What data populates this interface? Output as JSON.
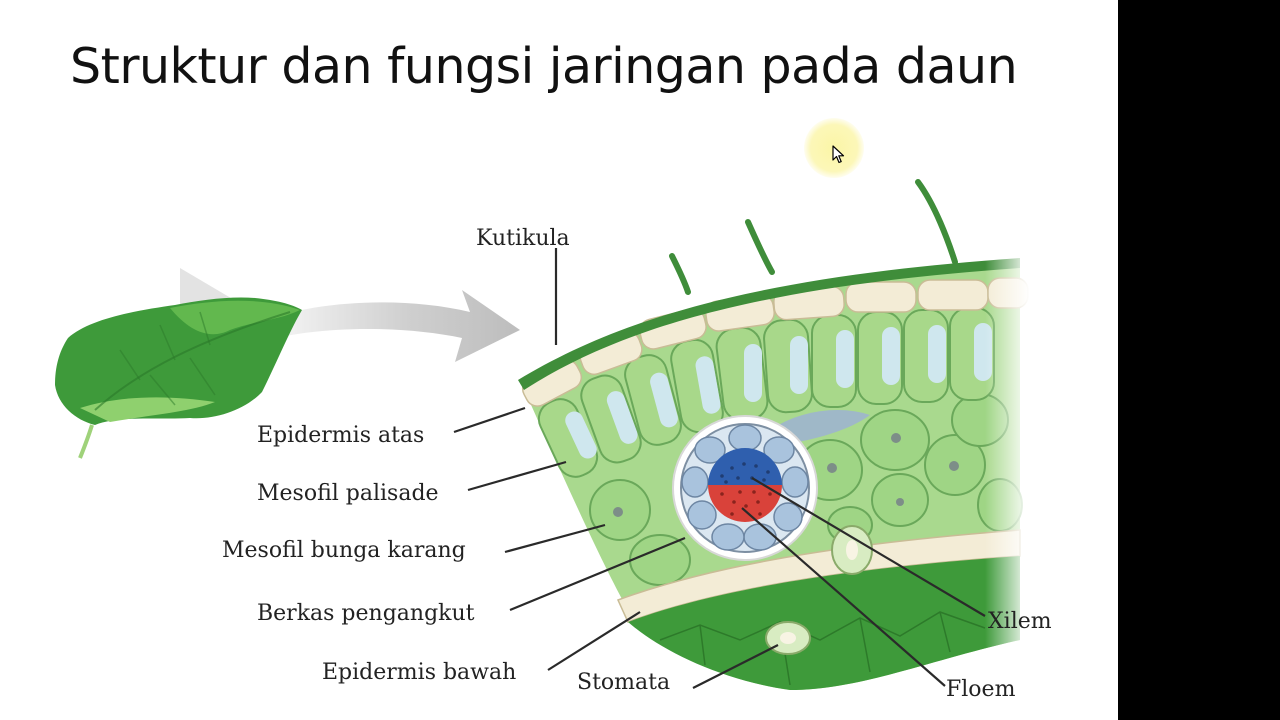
{
  "slide": {
    "title": "Struktur dan fungsi jaringan pada daun"
  },
  "diagram": {
    "labels": {
      "kutikula": "Kutikula",
      "epidermis_atas": "Epidermis atas",
      "mesofil_palisade": "Mesofil palisade",
      "mesofil_bunga_karang": "Mesofil bunga karang",
      "berkas_pengangkut": "Berkas pengangkut",
      "epidermis_bawah": "Epidermis bawah",
      "stomata": "Stomata",
      "xilem": "Xilem",
      "floem": "Floem"
    }
  },
  "colors": {
    "leaf_green": "#3e9a3a",
    "palisade_green": "#a8d88a",
    "epidermis_cream": "#f3ecd6",
    "xylem_blue": "#2f5fae",
    "phloem_red": "#d9423a",
    "cursor_highlight": "#fbf6a6"
  }
}
